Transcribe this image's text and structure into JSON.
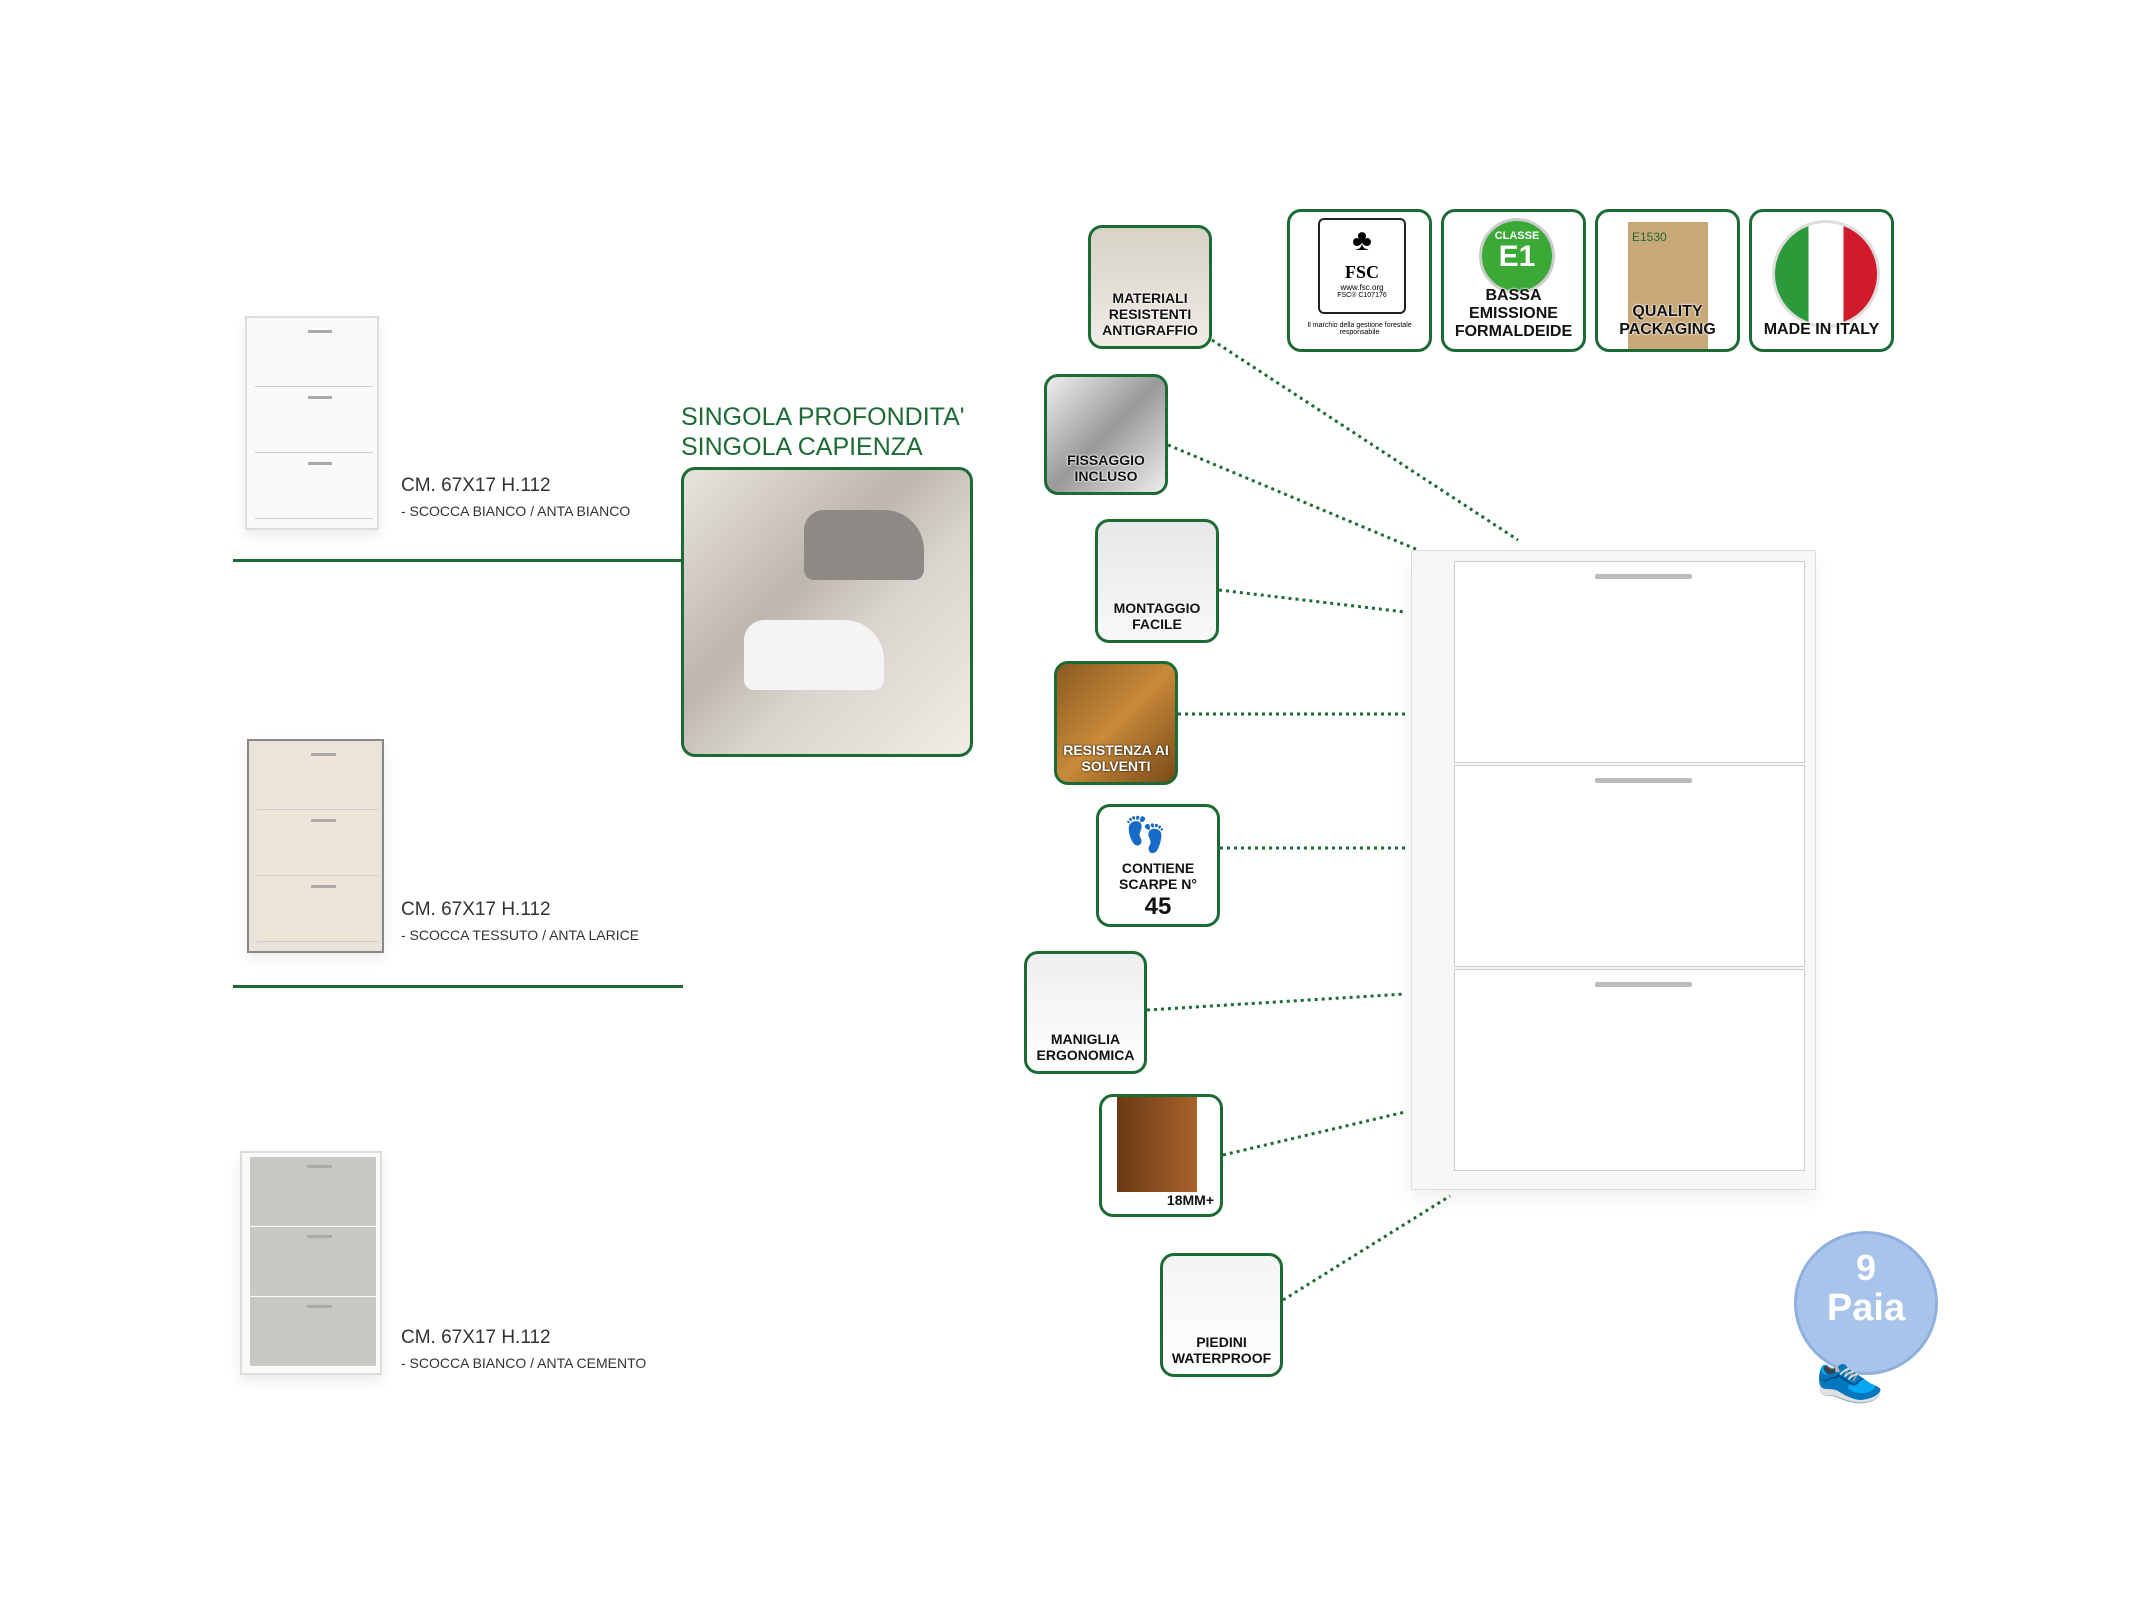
{
  "top_badges": [
    {
      "label": "",
      "fsc": {
        "name": "FSC",
        "url": "www.fsc.org",
        "code": "FSC® C107176",
        "caption": "Il marchio della gestione forestale responsabile"
      }
    },
    {
      "label": "BASSA EMISSIONE FORMALDEIDE",
      "seal_top": "CLASSE",
      "seal_main": "E1"
    },
    {
      "label": "QUALITY PACKAGING",
      "box_text": "E1530"
    },
    {
      "label": "MADE IN ITALY"
    }
  ],
  "features": [
    {
      "label": "MATERIALI RESISTENTI ANTIGRAFFIO"
    },
    {
      "label": "FISSAGGIO INCLUSO"
    },
    {
      "label": "MONTAGGIO FACILE"
    },
    {
      "label": "RESISTENZA AI SOLVENTI"
    },
    {
      "label": "CONTIENE SCARPE N°",
      "number": "45"
    },
    {
      "label": "MANIGLIA ERGONOMICA"
    },
    {
      "label": "18MM+"
    },
    {
      "label": "PIEDINI WATERPROOF"
    }
  ],
  "variants": [
    {
      "dims": "CM. 67X17 H.112",
      "finish": "- SCOCCA BIANCO / ANTA BIANCO"
    },
    {
      "dims": "CM. 67X17 H.112",
      "finish": "- SCOCCA TESSUTO / ANTA LARICE"
    },
    {
      "dims": "CM. 67X17 H.112",
      "finish": "- SCOCCA BIANCO / ANTA CEMENTO"
    }
  ],
  "headline": {
    "line1": "SINGOLA PROFONDITA'",
    "line2": "SINGOLA CAPIENZA"
  },
  "pairs_badge": {
    "number": "9",
    "label": "Paia"
  },
  "colors": {
    "green": "#1d6b34"
  }
}
